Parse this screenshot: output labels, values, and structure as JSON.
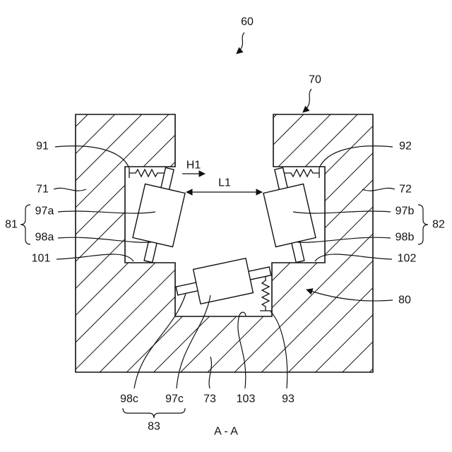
{
  "figure": {
    "caption": "A - A",
    "labels": {
      "n60": "60",
      "n70": "70",
      "n91": "91",
      "n92": "92",
      "h1": "H1",
      "l1": "L1",
      "n71": "71",
      "n72": "72",
      "n81": "81",
      "n82": "82",
      "n97a": "97a",
      "n97b": "97b",
      "n98a": "98a",
      "n98b": "98b",
      "n101": "101",
      "n102": "102",
      "n80": "80",
      "n98c": "98c",
      "n97c": "97c",
      "n73": "73",
      "n103": "103",
      "n93": "93",
      "n83": "83"
    }
  }
}
